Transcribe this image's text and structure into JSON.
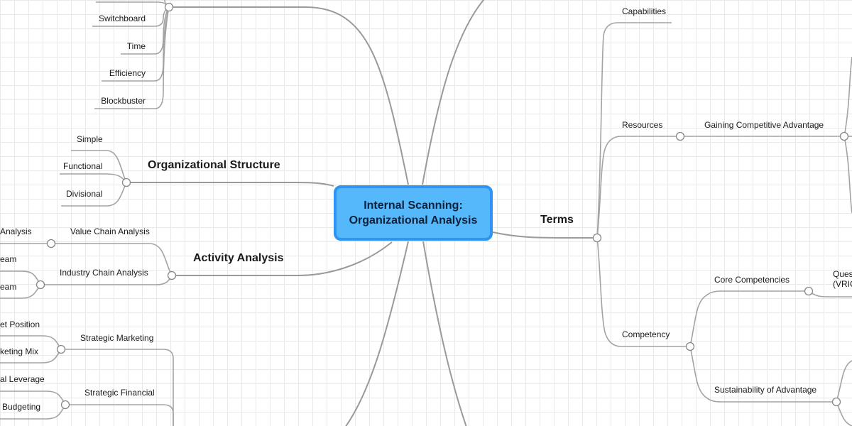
{
  "central": {
    "title": "Internal Scanning: Organizational Analysis"
  },
  "left": {
    "top_group": {
      "items": [
        "Switchboard",
        "Time",
        "Efficiency",
        "Blockbuster"
      ]
    },
    "org_structure": {
      "title": "Organizational Structure",
      "items": [
        "Simple",
        "Functional",
        "Divisional"
      ]
    },
    "activity_analysis": {
      "title": "Activity Analysis",
      "value_chain": {
        "label": "Value Chain Analysis",
        "child": "Analysis"
      },
      "industry_chain": {
        "label": "Industry Chain Analysis",
        "children": [
          "eam",
          "eam"
        ]
      }
    },
    "strategic": {
      "marketing": {
        "label": "Strategic Marketing",
        "children": [
          "et Position",
          "keting Mix"
        ]
      },
      "financial": {
        "label": "Strategic Financial",
        "children": [
          "al Leverage",
          "Budgeting"
        ]
      }
    }
  },
  "right": {
    "terms": {
      "title": "Terms",
      "capabilities": "Capabilities",
      "resources": {
        "label": "Resources",
        "child": "Gaining Competitive Advantage"
      },
      "competency": {
        "label": "Competency",
        "core": {
          "label": "Core Competencies",
          "child": "Ques\n(VRIO"
        },
        "sustainability": "Sustainability of Advantage"
      }
    }
  }
}
